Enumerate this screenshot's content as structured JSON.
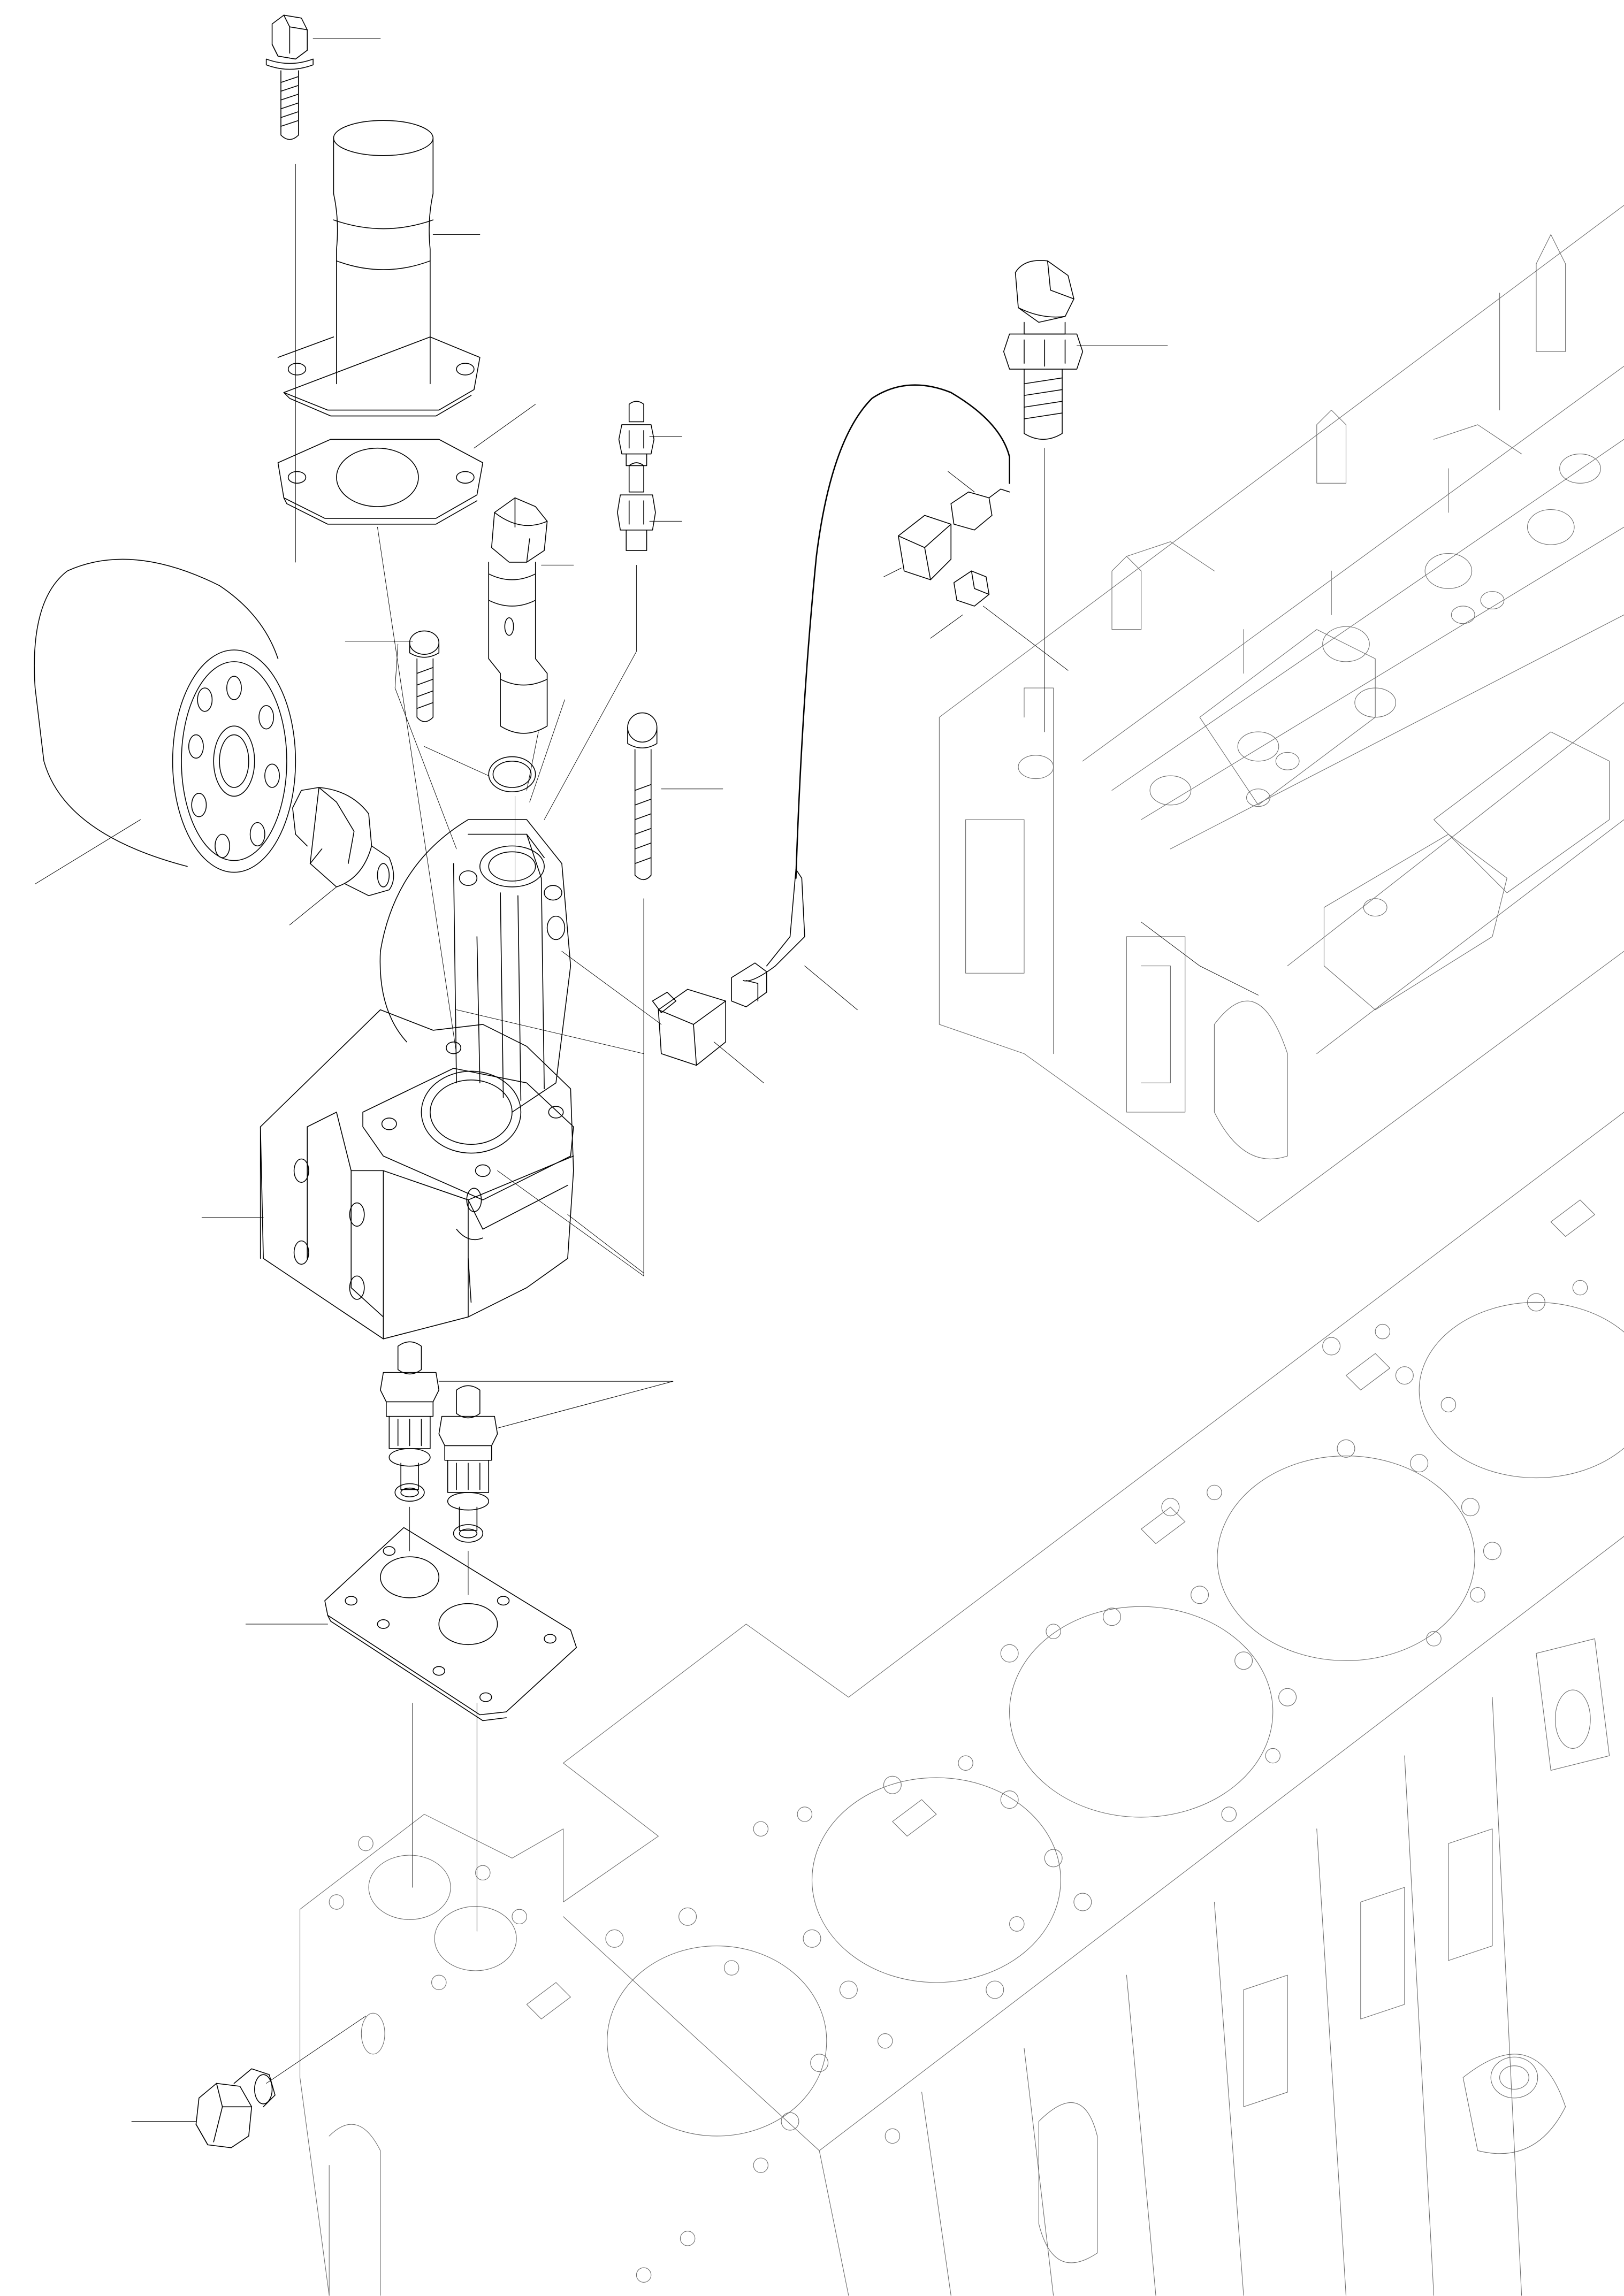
{
  "diagram": {
    "type": "exploded-parts-drawing",
    "line_color": "#000000",
    "secondary_line_color": "#6b6b6b",
    "background": "#ffffff",
    "parts": [
      "flange-bolt",
      "oil-filler-tube",
      "filler-tube-gasket",
      "oil-filter-cartridge",
      "filter-nipple",
      "oil-level-dipstick-guide",
      "o-ring",
      "short-bolt",
      "long-bolt",
      "stud-upper",
      "stud-lower",
      "oil-filter-housing",
      "pressure-sensor",
      "sensor-harness",
      "harness-connector",
      "harness-plug",
      "temperature-sender",
      "thermostat-valve-a",
      "thermostat-valve-b",
      "housing-gasket",
      "drain-plug",
      "cylinder-head",
      "cylinder-block"
    ]
  }
}
